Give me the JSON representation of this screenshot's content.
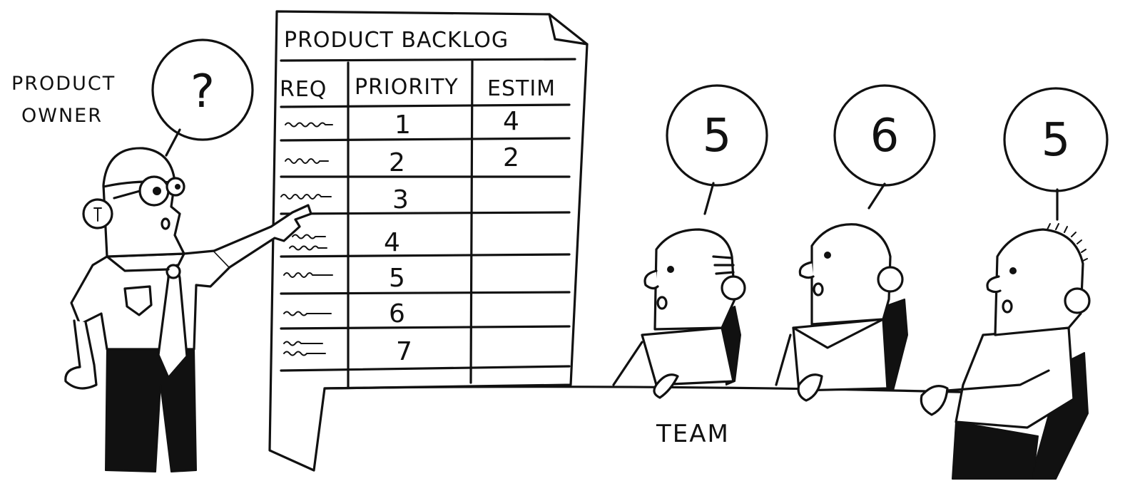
{
  "product_owner": {
    "label_line1": "PRODUCT",
    "label_line2": "OWNER",
    "thought": "?"
  },
  "backlog": {
    "title": "PRODUCT BACKLOG",
    "columns": [
      "REQ",
      "PRIORITY",
      "ESTIM"
    ],
    "rows": [
      {
        "priority": "1",
        "estimate": "4"
      },
      {
        "priority": "2",
        "estimate": "2"
      },
      {
        "priority": "3",
        "estimate": ""
      },
      {
        "priority": "4",
        "estimate": ""
      },
      {
        "priority": "5",
        "estimate": ""
      },
      {
        "priority": "6",
        "estimate": ""
      },
      {
        "priority": "7",
        "estimate": ""
      }
    ]
  },
  "team": {
    "label": "TEAM",
    "estimates": [
      "5",
      "6",
      "5"
    ]
  }
}
